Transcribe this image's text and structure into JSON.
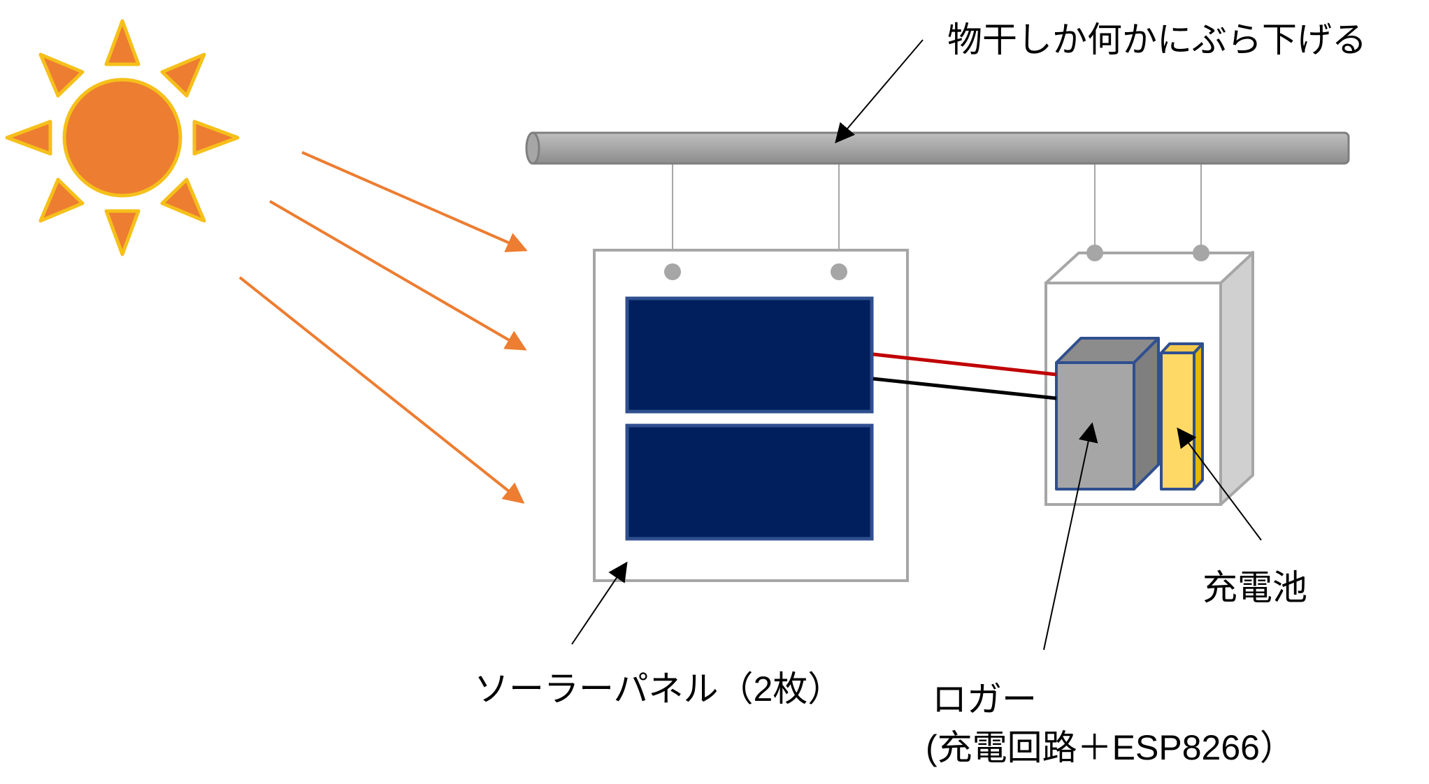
{
  "labels": {
    "pole": "物干しか何かにぶら下げる",
    "solar_panel": "ソーラーパネル（2枚）",
    "logger_line1": "ロガー",
    "logger_line2": "(充電回路＋ESP8266）",
    "battery": "充電池"
  },
  "colors": {
    "sun_outer": "#F5C01A",
    "sun_body": "#ED7D31",
    "rays": "#ED7D31",
    "pole": "#A6A6A6",
    "cell": "#001F5C",
    "cell_border": "#2F4F8F",
    "logger": "#A6A6A6",
    "battery": "#FFD966",
    "wire_positive": "#C00000",
    "wire_negative": "#000000"
  }
}
